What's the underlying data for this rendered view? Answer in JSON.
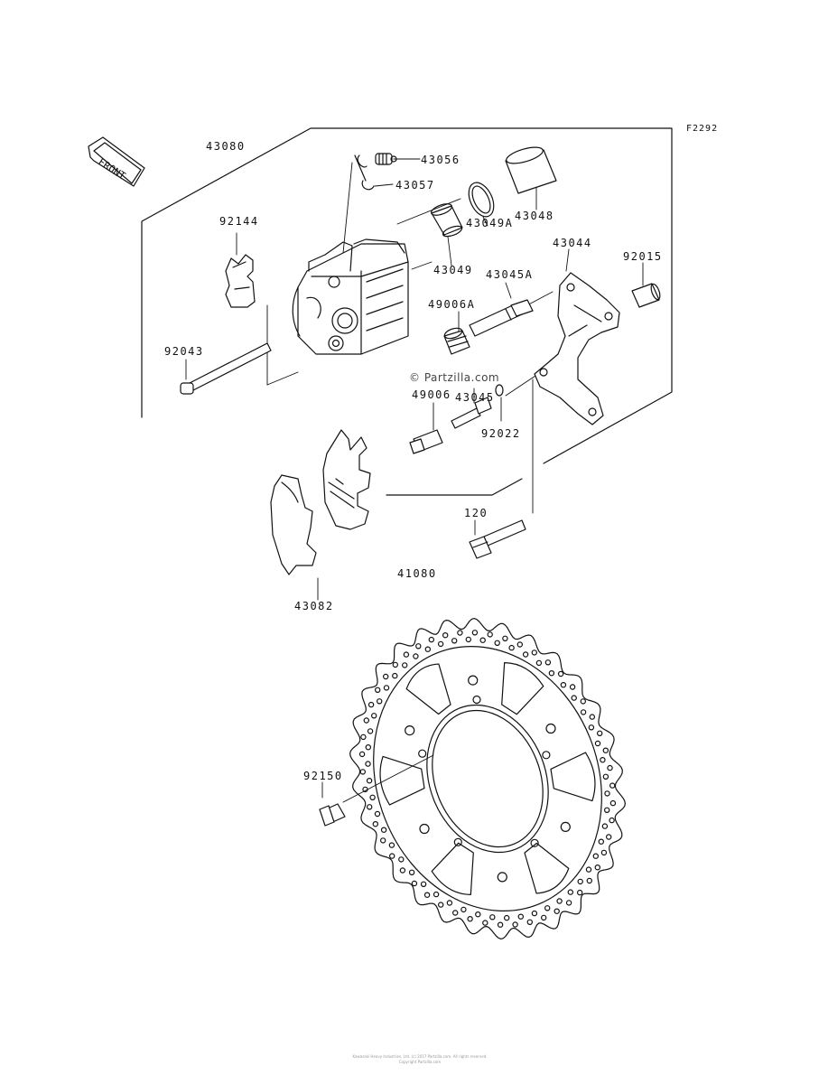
{
  "figure_code": "F2292",
  "front_badge": "FRONT",
  "watermark": "© Partzilla.com",
  "parts": [
    {
      "id": "p43080",
      "number": "43080"
    },
    {
      "id": "p43056",
      "number": "43056"
    },
    {
      "id": "p43057",
      "number": "43057"
    },
    {
      "id": "p43048",
      "number": "43048"
    },
    {
      "id": "p92144",
      "number": "92144"
    },
    {
      "id": "p43049",
      "number": "43049"
    },
    {
      "id": "p43049A",
      "number": "43049A"
    },
    {
      "id": "p43044",
      "number": "43044"
    },
    {
      "id": "p92015",
      "number": "92015"
    },
    {
      "id": "p43045A",
      "number": "43045A"
    },
    {
      "id": "p49006A",
      "number": "49006A"
    },
    {
      "id": "p92043",
      "number": "92043"
    },
    {
      "id": "p43045",
      "number": "43045"
    },
    {
      "id": "p49006",
      "number": "49006"
    },
    {
      "id": "p92022",
      "number": "92022"
    },
    {
      "id": "p120",
      "number": "120"
    },
    {
      "id": "p41080",
      "number": "41080"
    },
    {
      "id": "p43082",
      "number": "43082"
    },
    {
      "id": "p92150",
      "number": "92150"
    }
  ],
  "footer_lines": [
    "Kawasaki Heavy Industries, Ltd. (c) 2017 Partzilla.com. All rights reserved.",
    "Copyright Partzilla.com"
  ]
}
